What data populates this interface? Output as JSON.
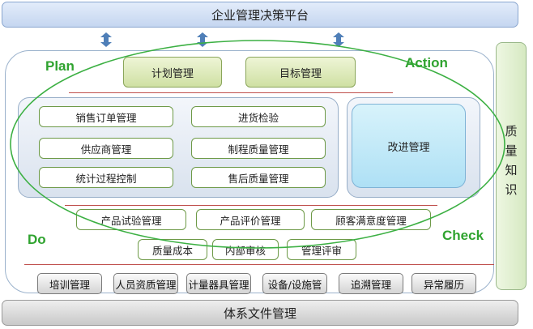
{
  "top_bar": "企业管理决策平台",
  "bottom_bar": "体系文件管理",
  "side_panel": [
    "质",
    "量",
    "知",
    "识"
  ],
  "pdca": {
    "plan": "Plan",
    "action": "Action",
    "do": "Do",
    "check": "Check"
  },
  "plan_items": [
    "计划管理",
    "目标管理"
  ],
  "do_items": [
    "销售订单管理",
    "进货检验",
    "供应商管理",
    "制程质量管理",
    "统计过程控制",
    "售后质量管理"
  ],
  "improve_item": "改进管理",
  "check_row1": [
    "产品试验管理",
    "产品评价管理",
    "顾客满意度管理"
  ],
  "check_row2": [
    "质量成本",
    "内部审核",
    "管理评审"
  ],
  "support_items": [
    "培训管理",
    "人员资质管理",
    "计量器具管理",
    "设备/设施管",
    "追溯管理",
    "异常履历"
  ],
  "colors": {
    "pdca_text": "#2fa32f",
    "ellipse": "#3cb043",
    "divider": "#c0504d",
    "arrow": "#4f7fb8"
  }
}
